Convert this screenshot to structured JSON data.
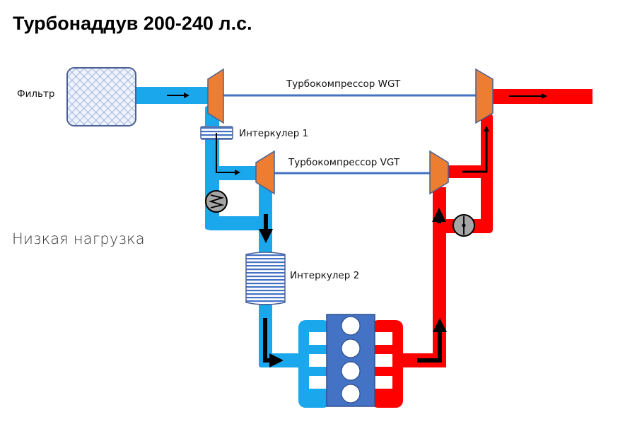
{
  "title": "Турбонаддув 200-240 л.с.",
  "mode_label": "Низкая нагрузка",
  "labels": {
    "filter": "Фильтр",
    "turbo_wgt": "Турбокомпрессор WGT",
    "turbo_vgt": "Турбокомпрессор VGT",
    "intercooler_1": "Интеркулер 1",
    "intercooler_2": "Интеркулер 2"
  },
  "colors": {
    "intake": "#1aa7ec",
    "exhaust": "#ff0000",
    "turbo": "#ed7d31",
    "shaft": "#4472c4",
    "engine": "#4472c4",
    "valve": "#a6a6a6",
    "arrow": "#000000"
  }
}
